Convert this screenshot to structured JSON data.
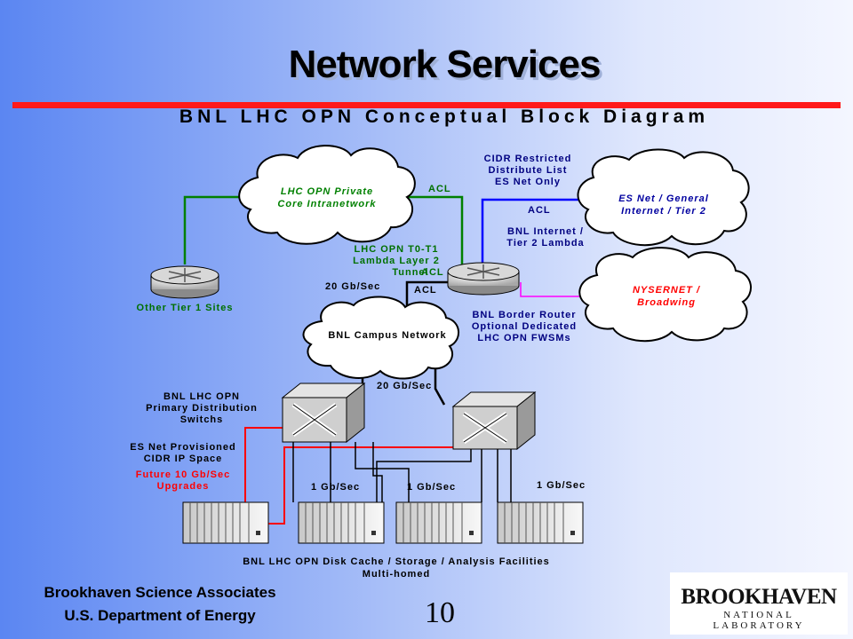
{
  "slide": {
    "title": "Network Services",
    "diagram_title": "BNL LHC OPN Conceptual Block Diagram",
    "page_number": "10"
  },
  "footer": {
    "org_line1": "Brookhaven Science Associates",
    "org_line2": "U.S. Department of Energy",
    "logo_main": "BROOKHAVEN",
    "logo_sub": "NATIONAL LABORATORY"
  },
  "diagram": {
    "clouds": {
      "lhc_opn": [
        "LHC OPN Private",
        "Core Intranetwork"
      ],
      "esnet": [
        "ES Net / General",
        "Internet / Tier 2"
      ],
      "nysernet": [
        "NYSERNET /",
        "Broadwing"
      ],
      "campus": [
        "BNL Campus Network"
      ]
    },
    "labels": {
      "acl_top": "ACL",
      "cidr": [
        "CIDR Restricted",
        "Distribute List",
        "ES Net Only"
      ],
      "acl_esnet": "ACL",
      "bnl_internet": [
        "BNL Internet /",
        "Tier 2 Lambda"
      ],
      "t0t1": [
        "LHC OPN T0-T1",
        "Lambda Layer 2",
        "Tunnel"
      ],
      "acl_tunnel": "ACL",
      "gb20_left": "20 Gb/Sec",
      "acl_campus": "ACL",
      "other_tier1": "Other Tier 1 Sites",
      "border_router": [
        "BNL Border Router",
        "Optional Dedicated",
        "LHC OPN FWSMs"
      ],
      "gb20_mid": "20 Gb/Sec",
      "primary_dist": [
        "BNL LHC OPN",
        "Primary Distribution",
        "Switchs"
      ],
      "esnet_cidr": [
        "ES Net Provisioned",
        "CIDR IP Space"
      ],
      "future": [
        "Future 10 Gb/Sec",
        "Upgrades"
      ],
      "gb1_a": "1 Gb/Sec",
      "gb1_b": "1 Gb/Sec",
      "gb1_c": "1 Gb/Sec",
      "storage": [
        "BNL LHC OPN Disk Cache / Storage / Analysis Facilities",
        "Multi-homed"
      ]
    },
    "colors": {
      "lhc_link": "#008000",
      "esnet_link": "#0000ff",
      "nysernet_link": "#ff00ff",
      "upgrade_link": "#ff0000",
      "label_blue": "#000080",
      "label_green": "#007000",
      "label_red": "#ff0000",
      "cloud_text_green": "#008000",
      "cloud_text_blue": "#0000a0",
      "cloud_text_red": "#ff0000"
    }
  }
}
